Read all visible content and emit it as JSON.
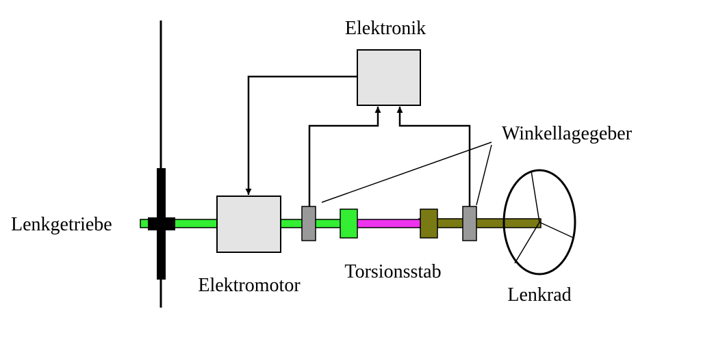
{
  "labels": {
    "electronics": "Elektronik",
    "steering_gear": "Lenkgetriebe",
    "motor": "Elektromotor",
    "torsion_bar": "Torsionsstab",
    "angle_sensor": "Winkellagegeber",
    "steering_wheel": "Lenkrad"
  },
  "colors": {
    "shaft_green": "#33ee33",
    "torsion_bar": "#ee33ee",
    "shaft_olive": "#7a7a14",
    "box_fill": "#e4e4e4",
    "sensor_fill": "#999999",
    "line": "#000000"
  }
}
